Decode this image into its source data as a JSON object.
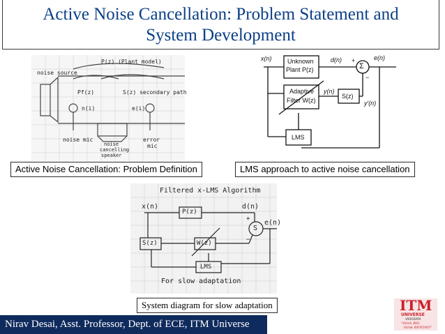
{
  "title": "Active Noise Cancellation: Problem Statement and System Development",
  "title_line1": "Active Noise Cancellation: Problem Statement and",
  "title_line2": "System Development",
  "fig1": {
    "caption": "Active Noise Cancellation: Problem Definition",
    "labels": {
      "plant": "P(z)  (Plant model)",
      "noise_source": "noise source",
      "pf": "Pf(z)",
      "sz": "S(z)  secondary path",
      "n": "n(i)",
      "e": "e(i)",
      "noise_mic": "noise mic",
      "cancelling_1": "noise",
      "cancelling_2": "cancelling",
      "cancelling_3": "speaker",
      "error_1": "error",
      "error_2": "mic"
    }
  },
  "fig2": {
    "caption": "LMS approach to active noise cancellation",
    "labels": {
      "xn": "x(n)",
      "unknown_1": "Unknown",
      "unknown_2": "Plant P(z)",
      "dn": "d(n)",
      "plus": "+",
      "minus": "−",
      "sum": "Σ",
      "en": "e(n)",
      "adaptive_1": "Adaptive",
      "adaptive_2": "Filter W(z)",
      "yn": "y(n)",
      "sz": "S(z)",
      "yprime": "y′(n)",
      "lms": "LMS"
    }
  },
  "fig3": {
    "caption": "System diagram for slow adaptation",
    "labels": {
      "title": "Filtered x-LMS Algorithm",
      "xn": "x(n)",
      "pz": "P(z)",
      "dn": "d(n)",
      "plus": "+",
      "s": "S",
      "en": "e(n)",
      "minus": "−",
      "sz": "S(z)",
      "wz": "W(z)",
      "lms": "LMS",
      "note": "For slow adaptation"
    }
  },
  "footer": "Nirav Desai, Asst. Professor, Dept. of ECE, ITM Universe",
  "logo": {
    "text": "ITM",
    "sub": "UNIVERSE",
    "city": "VADODARA",
    "tag1": "\"think BIG",
    "tag2": "think BEYOND\""
  },
  "colors": {
    "title": "#0b3f86",
    "footer_bg": "#0f2a5c",
    "logo_red": "#c8202a"
  }
}
